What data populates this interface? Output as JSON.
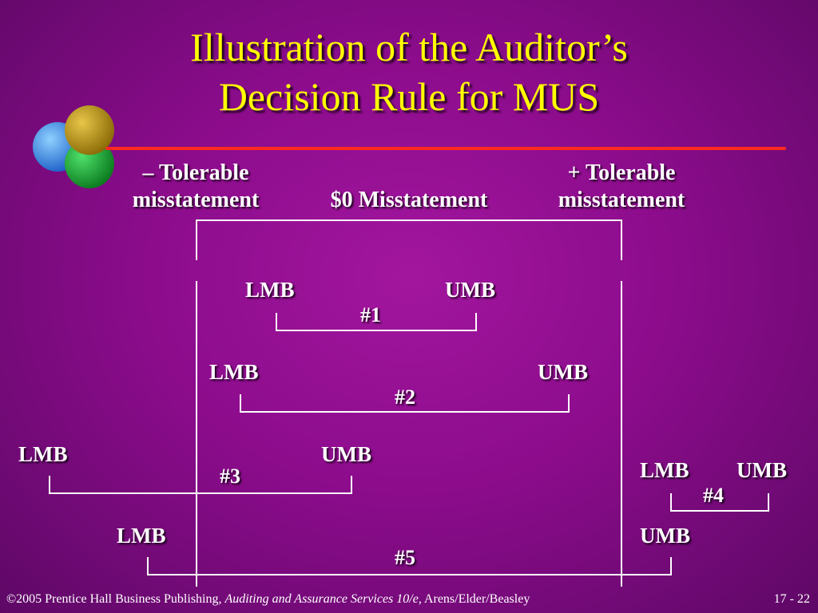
{
  "title_line1": "Illustration of the Auditor’s",
  "title_line2": "Decision Rule for MUS",
  "headers": {
    "neg_line1": "– Tolerable",
    "neg_line2": "misstatement",
    "zero": "$0 Misstatement",
    "pos_line1": "+ Tolerable",
    "pos_line2": "misstatement"
  },
  "cases": [
    {
      "id": "#1",
      "lower": "LMB",
      "upper": "UMB"
    },
    {
      "id": "#2",
      "lower": "LMB",
      "upper": "UMB"
    },
    {
      "id": "#3",
      "lower": "LMB",
      "upper": "UMB"
    },
    {
      "id": "#4",
      "lower": "LMB",
      "upper": "UMB"
    },
    {
      "id": "#5",
      "lower": "LMB",
      "upper": "UMB"
    }
  ],
  "footer": {
    "prefix": "©2005 Prentice Hall Business Publishing, ",
    "book": "Auditing and Assurance Services 10/e,",
    "suffix": " Arens/Elder/Beasley"
  },
  "page_number": "17 - 22",
  "colors": {
    "title": "#ffff00",
    "accent_line": "#ff2a1f",
    "text": "#ffffff",
    "background": "#8c0c8c"
  },
  "logo_icon": "three-circles-logo-icon"
}
